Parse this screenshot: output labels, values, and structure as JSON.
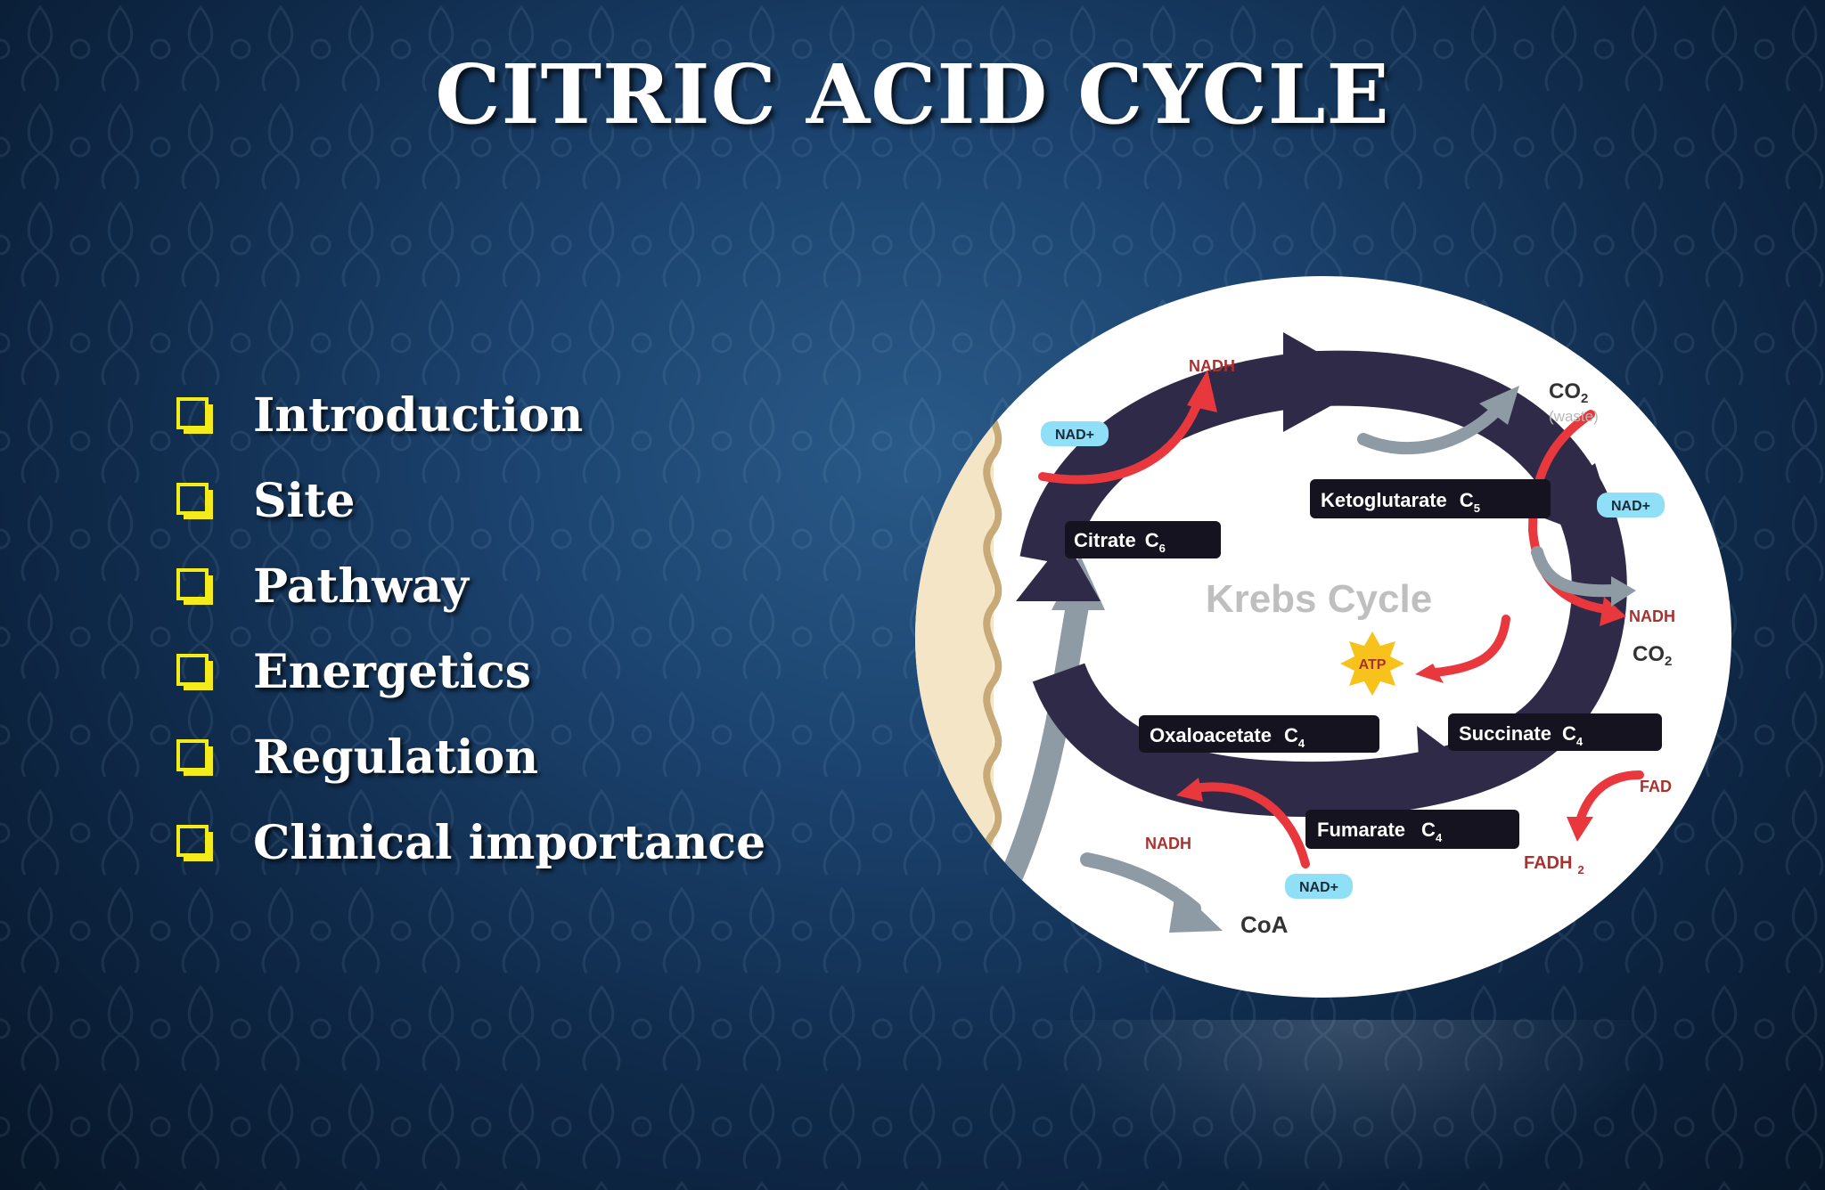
{
  "slide": {
    "title": "CITRIC ACID CYCLE",
    "bullets": [
      "Introduction",
      "Site",
      "Pathway",
      "Energetics",
      "Regulation",
      "Clinical importance"
    ]
  },
  "diagram": {
    "center_label": "Krebs Cycle",
    "intermediates": [
      {
        "name": "Citrate",
        "carbon": "C",
        "sub": "6"
      },
      {
        "name": "Ketoglutarate",
        "carbon": "C",
        "sub": "5"
      },
      {
        "name": "Succinate",
        "carbon": "C",
        "sub": "4"
      },
      {
        "name": "Fumarate",
        "carbon": "C",
        "sub": "4"
      },
      {
        "name": "Oxaloacetate",
        "carbon": "C",
        "sub": "4"
      }
    ],
    "labels": {
      "nadh_top": "NADH",
      "nad_top": "NAD+",
      "co2_top": "CO",
      "co2_top_sub": "2",
      "waste": "(waste)",
      "nad_right": "NAD+",
      "nadh_right": "NADH",
      "co2_right": "CO",
      "co2_right_sub": "2",
      "atp": "ATP",
      "fad": "FAD",
      "fadh": "FADH",
      "fadh_sub": "2",
      "nadh_bottom": "NADH",
      "nad_bottom": "NAD+",
      "coa": "CoA"
    },
    "colors": {
      "cycle": "#2f2a47",
      "red_arrow": "#e8383d",
      "gray_arrow": "#8e9aa4",
      "nad_badge": "#8fe0f7",
      "atp_star": "#f6c21b",
      "text_red": "#a8322f"
    }
  }
}
